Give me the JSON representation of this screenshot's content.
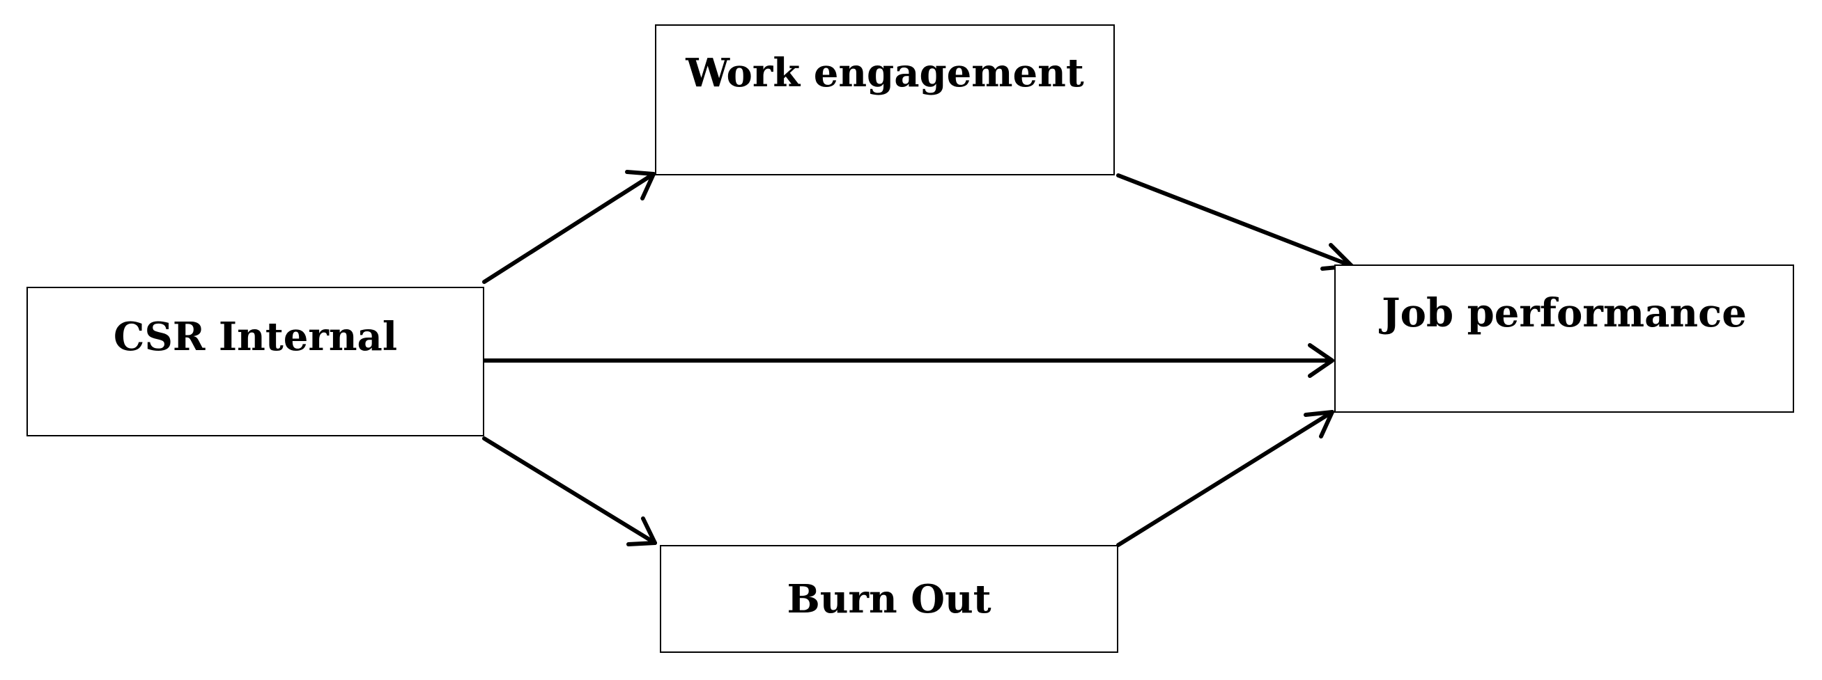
{
  "diagram": {
    "nodes": {
      "csr": "CSR Internal",
      "work_engagement": "Work engagement",
      "job_performance": "Job performance",
      "burn_out": "Burn Out"
    },
    "edges": [
      {
        "from": "csr",
        "to": "work_engagement"
      },
      {
        "from": "csr",
        "to": "job_performance"
      },
      {
        "from": "csr",
        "to": "burn_out"
      },
      {
        "from": "work_engagement",
        "to": "job_performance"
      },
      {
        "from": "burn_out",
        "to": "job_performance"
      }
    ],
    "colors": {
      "stroke": "#000000",
      "background": "#ffffff"
    }
  }
}
